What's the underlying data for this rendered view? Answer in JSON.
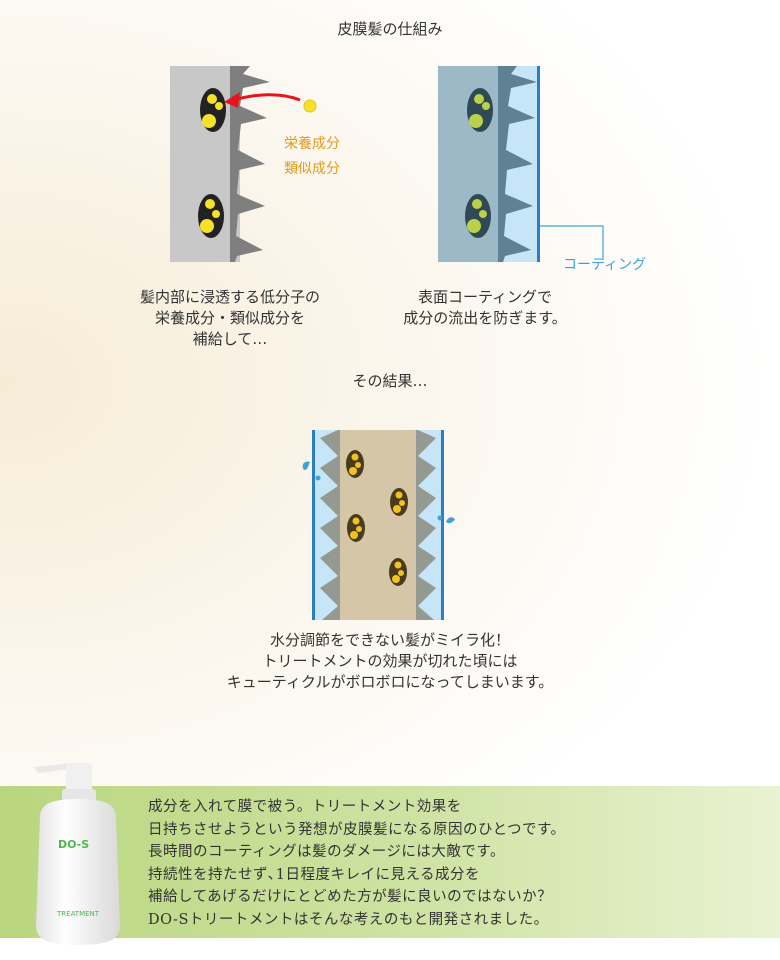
{
  "diagram_title": "皮膜髪の仕組み",
  "left_panel": {
    "nutrient_label_1": "栄養成分",
    "nutrient_label_2": "類似成分",
    "caption": [
      "髪内部に浸透する低分子の",
      "栄養成分・類似成分を",
      "補給して…"
    ]
  },
  "right_panel": {
    "coating_label": "コーティング",
    "caption": [
      "表面コーティングで",
      "成分の流出を防ぎます。"
    ]
  },
  "result_title": "その結果…",
  "result_caption": [
    "水分調節をできない髪がミイラ化！",
    "トリートメントの効果が切れた頃には",
    "キューティクルがボロボロになってしまいます。"
  ],
  "product": {
    "brand": "DO-S",
    "label": "TREATMENT"
  },
  "banner_text": [
    "成分を入れて膜で被う。トリートメント効果を",
    "日持ちさせようという発想が皮膜髪になる原因のひとつです。",
    "長時間のコーティングは髪のダメージには大敵です。",
    "持続性を持たせず､1日程度キレイに見える成分を",
    "補給してあげるだけにとどめた方が髪に良いのではないか？",
    "DO-Sトリートメントはそんな考えのもと開発されました。"
  ],
  "colors": {
    "nutrient_orange": "#e39a1d",
    "coating_blue": "#3fa3d8",
    "arrow_red": "#e8141b",
    "nutrient_yellow": "#f5e02a",
    "banner_green": "#b9d67e"
  }
}
